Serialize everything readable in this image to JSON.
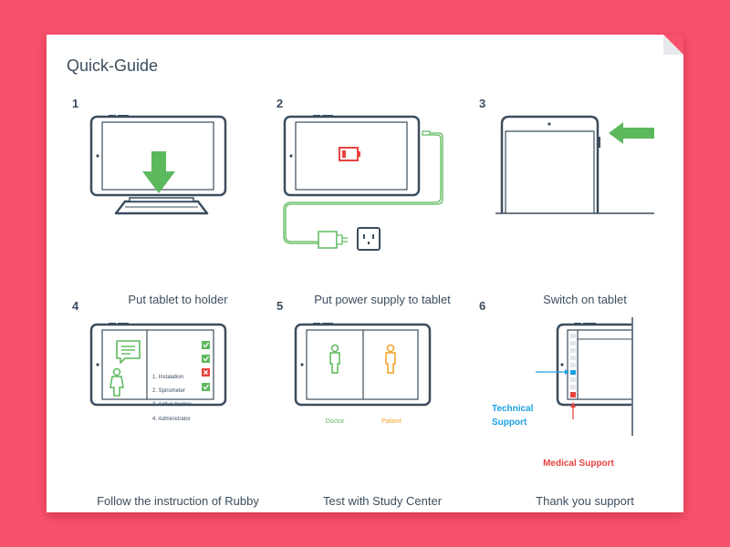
{
  "title": "Quick-Guide",
  "steps": [
    {
      "number": "1",
      "caption": "Put tablet to holder"
    },
    {
      "number": "2",
      "caption": "Put power supply to tablet"
    },
    {
      "number": "3",
      "caption": "Switch on tablet"
    },
    {
      "number": "4",
      "caption": "Follow the instruction of Rubby"
    },
    {
      "number": "5",
      "caption": "Test with Study Center"
    },
    {
      "number": "6",
      "caption": "Thank you support"
    }
  ],
  "checklist": [
    {
      "label": "1. Instalation",
      "status": "ok"
    },
    {
      "label": "2. Spirometer",
      "status": "ok"
    },
    {
      "label": "3. Active tracker",
      "status": "fail"
    },
    {
      "label": "4. Administrator",
      "status": "ok"
    }
  ],
  "roles": {
    "doctor": "Doctor",
    "patient": "Patient"
  },
  "support": {
    "technical_line1": "Technical",
    "technical_line2": "Support",
    "medical": "Medical Support"
  },
  "colors": {
    "background": "#f7506b",
    "ink": "#3b4d5e",
    "green": "#5cb85c",
    "red": "#e8423f",
    "orange": "#f0a020",
    "blue": "#1ba1e2"
  }
}
